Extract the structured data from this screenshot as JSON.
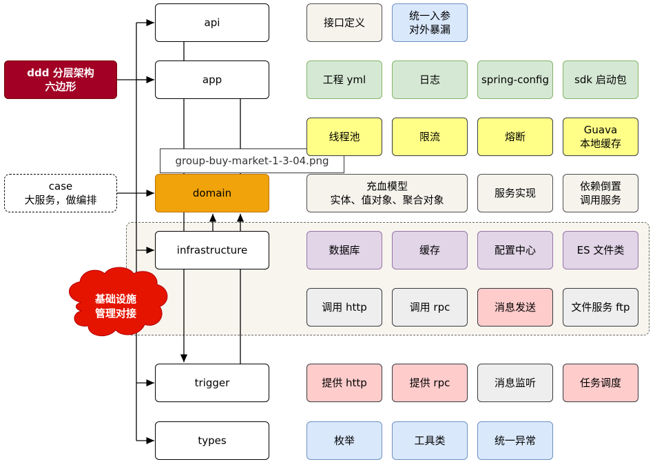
{
  "layers": {
    "api": "api",
    "app": "app",
    "domain": "domain",
    "infrastructure": "infrastructure",
    "trigger": "trigger",
    "types": "types"
  },
  "left": {
    "ddd": "ddd 分层架构\n六边形",
    "case": "case\n大服务，做编排",
    "cloud": "基础设施\n管理对接"
  },
  "tooltip": "group-buy-market-1-3-04.png",
  "rows": {
    "api": [
      "接口定义",
      "统一入参\n对外暴漏"
    ],
    "app": [
      "工程 yml",
      "日志",
      "spring-config",
      "sdk 启动包"
    ],
    "app_extra": [
      "线程池",
      "限流",
      "熔断",
      "Guava\n本地缓存"
    ],
    "domain": [
      "充血模型\n实体、值对象、聚合对象",
      "服务实现",
      "依赖倒置\n调用服务"
    ],
    "infrastructure": [
      "数据库",
      "缓存",
      "配置中心",
      "ES 文件类"
    ],
    "infrastructure_extra": [
      "调用 http",
      "调用 rpc",
      "消息发送",
      "文件服务 ftp"
    ],
    "trigger": [
      "提供 http",
      "提供 rpc",
      "消息监听",
      "任务调度"
    ],
    "types": [
      "枚举",
      "工具类",
      "统一异常"
    ]
  },
  "colors": {
    "ddd_fill": "#a20025",
    "domain_fill": "#f0a30a",
    "cloud_fill": "#e51400",
    "green": "#d5e8d4",
    "yellow": "#ffff88",
    "purple": "#e1d5e7",
    "pink": "#ffcccc",
    "blue": "#dae8fc",
    "grey": "#eeeeee",
    "beige": "#f5f3ec"
  }
}
